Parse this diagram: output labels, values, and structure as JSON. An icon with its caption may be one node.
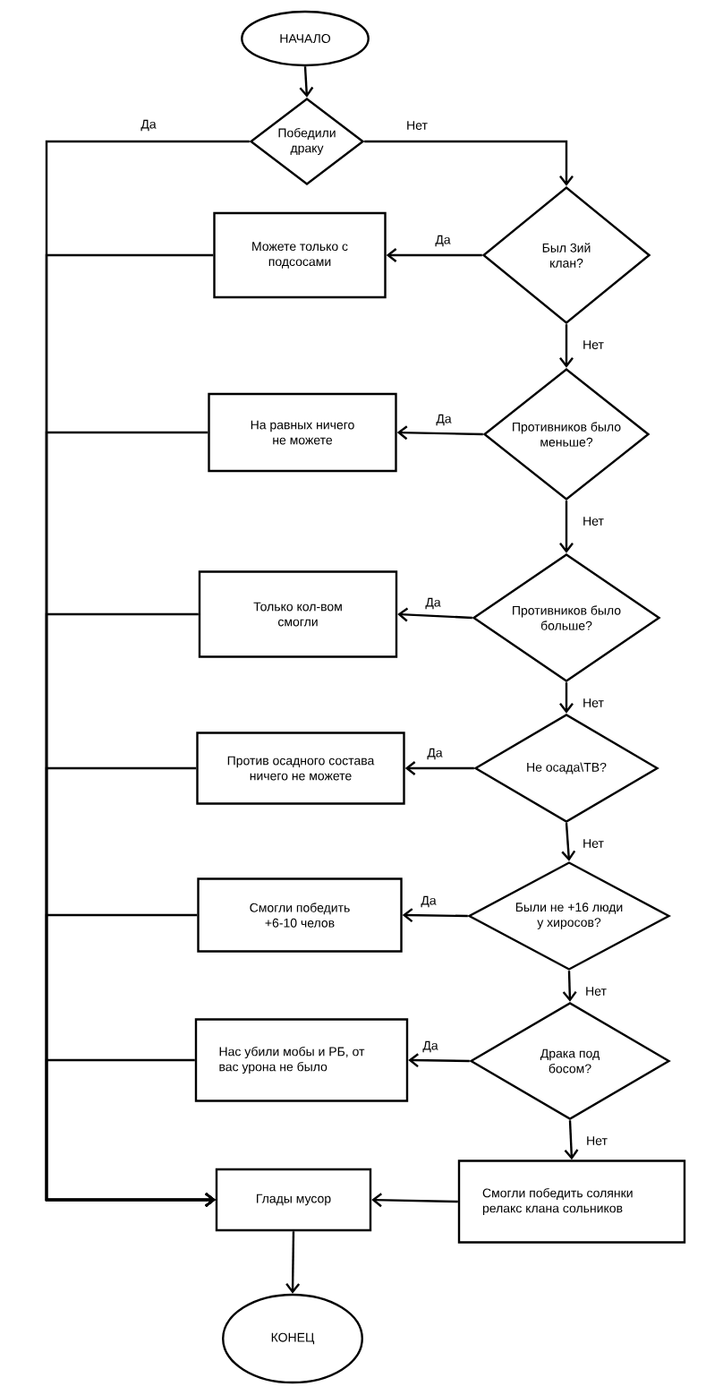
{
  "diagram": {
    "nodes": [
      {
        "text": [
          "НАЧАЛО"
        ]
      },
      {
        "text": [
          "Победили драку"
        ]
      },
      {
        "text": [
          "Был 3ий клан?"
        ]
      },
      {
        "text": [
          "Можете только с подсосами"
        ]
      },
      {
        "text": [
          "Противников было меньше?"
        ]
      },
      {
        "text": [
          "На равных ничего не можете"
        ]
      },
      {
        "text": [
          "Противников было больше?"
        ]
      },
      {
        "text": [
          "Только кол-вом смогли"
        ]
      },
      {
        "text": [
          "Не осада\\ТВ?"
        ]
      },
      {
        "text": [
          "Против осадного состава ничего не можете"
        ]
      },
      {
        "text": [
          "Были не +16 люди у хиросов?"
        ]
      },
      {
        "text": [
          "Смогли победить +6-10 челов"
        ]
      },
      {
        "text": [
          "Драка под босом?"
        ]
      },
      {
        "text": [
          "Нас убили мобы и РБ, от вас урона не было"
        ]
      },
      {
        "text": [
          "Смогли победить солянки релакс клана сольников"
        ]
      },
      {
        "text": [
          "Глады мусор"
        ]
      },
      {
        "text": [
          "КОНЕЦ"
        ]
      }
    ],
    "edges": [
      {
        "from": 0,
        "to": 1,
        "arrow": "to"
      },
      {
        "from": 1,
        "to": 15,
        "label": "Да",
        "arrow": "to"
      },
      {
        "from": 1,
        "to": 2,
        "label": "Нет",
        "arrow": "to"
      },
      {
        "from": 2,
        "to": 3,
        "label": "Да",
        "arrow": "to"
      },
      {
        "from": 2,
        "to": 4,
        "label": "Нет",
        "arrow": "to"
      },
      {
        "from": 3,
        "to": 15,
        "arrow": "to"
      },
      {
        "from": 4,
        "to": 5,
        "label": "Да",
        "arrow": "to"
      },
      {
        "from": 4,
        "to": 6,
        "label": "Нет",
        "arrow": "to"
      },
      {
        "from": 5,
        "to": 15,
        "arrow": "to"
      },
      {
        "from": 6,
        "to": 7,
        "label": "Да",
        "arrow": "to"
      },
      {
        "from": 6,
        "to": 8,
        "label": "Нет",
        "arrow": "to"
      },
      {
        "from": 7,
        "to": 15,
        "arrow": "to"
      },
      {
        "from": 8,
        "to": 9,
        "label": "Да",
        "arrow": "to"
      },
      {
        "from": 8,
        "to": 10,
        "label": "Нет",
        "arrow": "to"
      },
      {
        "from": 9,
        "to": 15,
        "arrow": "to"
      },
      {
        "from": 10,
        "to": 11,
        "label": "Да",
        "arrow": "to"
      },
      {
        "from": 10,
        "to": 12,
        "label": "Нет",
        "arrow": "to"
      },
      {
        "from": 11,
        "to": 15,
        "arrow": "to"
      },
      {
        "from": 12,
        "to": 13,
        "label": "Да",
        "arrow": "to"
      },
      {
        "from": 12,
        "to": 14,
        "label": "Нет",
        "arrow": "to"
      },
      {
        "from": 13,
        "to": 15,
        "arrow": "to"
      },
      {
        "from": 14,
        "to": 15,
        "arrow": "to"
      },
      {
        "from": 15,
        "to": 16,
        "arrow": "to"
      }
    ]
  }
}
